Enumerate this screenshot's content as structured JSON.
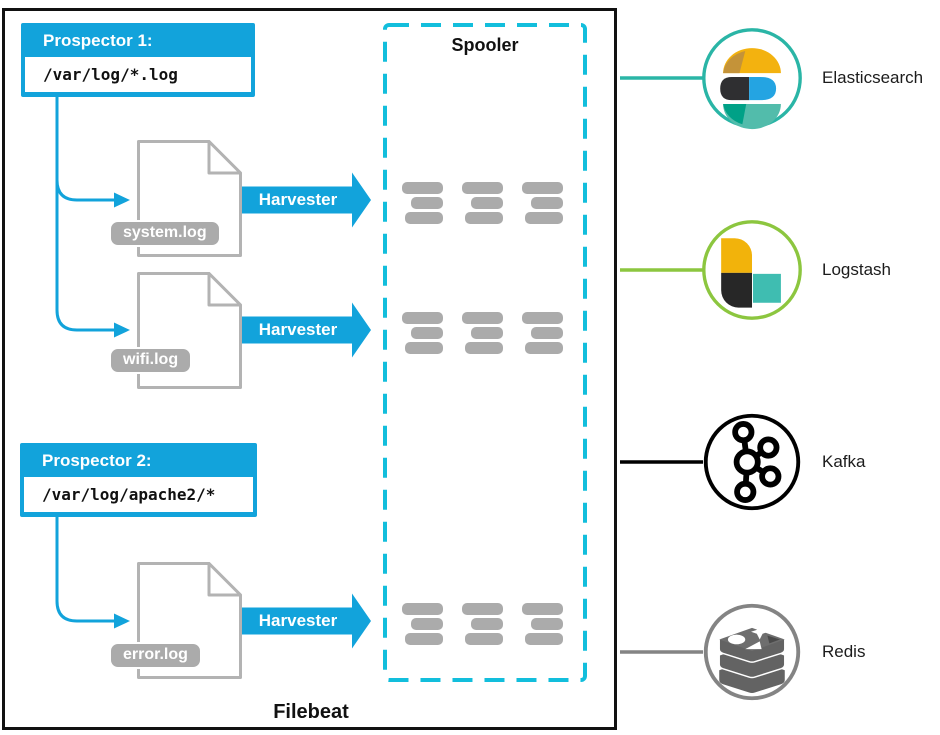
{
  "diagram": {
    "filebeat_label": "Filebeat",
    "spooler_label": "Spooler",
    "harvester_label": "Harvester",
    "prospectors": [
      {
        "title": "Prospector 1:",
        "path": "/var/log/*.log"
      },
      {
        "title": "Prospector 2:",
        "path": "/var/log/apache2/*"
      }
    ],
    "files": [
      {
        "name": "system.log"
      },
      {
        "name": "wifi.log"
      },
      {
        "name": "error.log"
      }
    ],
    "outputs": [
      {
        "name": "Elasticsearch",
        "color": "#2ab5a6",
        "icon": "elasticsearch-logo"
      },
      {
        "name": "Logstash",
        "color": "#8cc63f",
        "icon": "logstash-logo"
      },
      {
        "name": "Kafka",
        "color": "#000000",
        "icon": "kafka-logo"
      },
      {
        "name": "Redis",
        "color": "#848484",
        "icon": "redis-logo"
      }
    ],
    "colors": {
      "blue": "#12a3db",
      "cyan": "#12bedc",
      "gray": "#ababab"
    }
  }
}
